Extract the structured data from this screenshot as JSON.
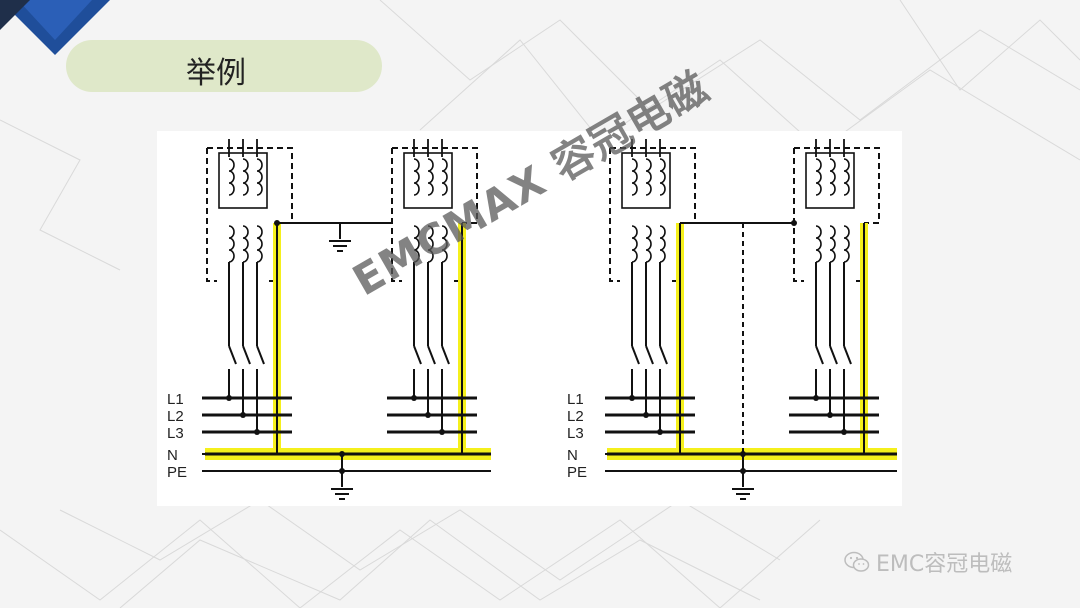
{
  "slide": {
    "title": "举例",
    "watermark": "EMCMAX  容冠电磁",
    "footer": "EMC容冠电磁"
  },
  "diagram": {
    "left": {
      "labels": [
        "L1",
        "L2",
        "L3",
        "N",
        "PE"
      ]
    },
    "right": {
      "labels": [
        "L1",
        "L2",
        "L3",
        "N",
        "PE"
      ]
    }
  },
  "colors": {
    "highlight": "#f5f01c",
    "line": "#111111",
    "pill": "#dfe8c9",
    "accent_blue": "#1f4e9a"
  }
}
